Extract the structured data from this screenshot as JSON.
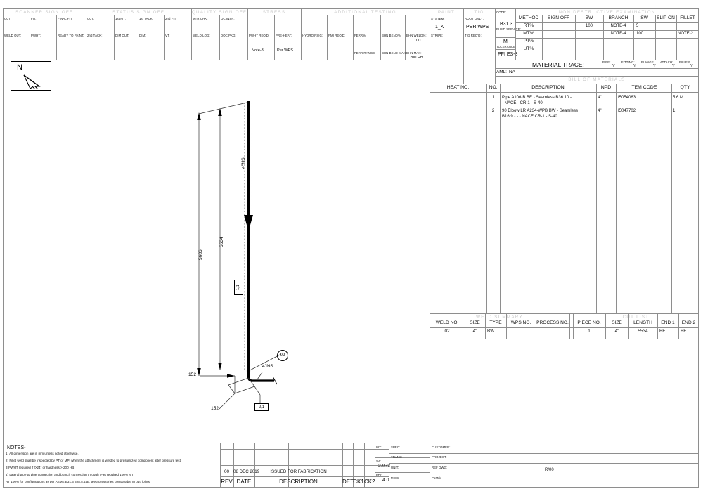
{
  "document_type": "piping-isometric-spool-drawing",
  "header": {
    "signoff_sections": [
      {
        "title": "SCANNER  SIGN  OFF"
      },
      {
        "title": "STATUS  SIGN  OFF"
      },
      {
        "title": "QUALITY  SIGN  OFF"
      },
      {
        "title": "STRESS"
      },
      {
        "title": "ADDITIONAL  TESTING"
      }
    ],
    "row1": [
      {
        "label": "CUT:"
      },
      {
        "label": "FIT:"
      },
      {
        "label": "FINAL FIT:"
      },
      {
        "label": "CUT:"
      },
      {
        "label": "1st FIT:"
      },
      {
        "label": "1st TACK:"
      },
      {
        "label": "2nd FIT:"
      },
      {
        "label": "MTR CHK:"
      },
      {
        "label": "QC INSP:"
      },
      {
        "label": ""
      },
      {
        "label": ""
      },
      {
        "label": ""
      },
      {
        "label": ""
      },
      {
        "label": ""
      },
      {
        "label": ""
      },
      {
        "label": ""
      }
    ],
    "row2": [
      {
        "label": "WELD OUT:",
        "value": ""
      },
      {
        "label": "PWHT:",
        "value": ""
      },
      {
        "label": "READY TO PAINT:",
        "value": ""
      },
      {
        "label": "2nd TACK:",
        "value": ""
      },
      {
        "label": "DIM OUT:",
        "value": ""
      },
      {
        "label": "DIM:",
        "value": ""
      },
      {
        "label": "VT:",
        "value": ""
      },
      {
        "label": "WELD LOG:",
        "value": ""
      },
      {
        "label": "DOC PKG:",
        "value": ""
      },
      {
        "label": "PWHT REQ'D:",
        "value": "Note-3"
      },
      {
        "label": "PRE-HEAT:",
        "value": "Per WPS"
      },
      {
        "label": "HYDRO PSIG:",
        "value": ""
      },
      {
        "label": "PMI REQ'D:",
        "value": ""
      },
      {
        "label": "FERR%:",
        "value": "",
        "label2": "FERR RANGE:"
      },
      {
        "label": "BHN BEND%:",
        "value": "",
        "label2": "BHN BEND MAX:"
      },
      {
        "label": "BHN WELD%:",
        "value": "100",
        "label2": "BHN MAX:",
        "value2": "200 HB"
      }
    ]
  },
  "north_arrow": {
    "letter": "N",
    "icon": "north-arrow-icon"
  },
  "paint_tig": {
    "paint_title": "PAINT",
    "tig_title": "TIG",
    "system_label": "SYSTEM:",
    "system_value": "1_K",
    "stripe_label": "STRIPE:",
    "stripe_value": "",
    "root_only_label": "ROOT ONLY:",
    "root_only_value": "PER WPS",
    "tig_reqd_label": "TIG REQ'D:",
    "tig_reqd_value": ""
  },
  "code_block": {
    "code_label": "CODE:",
    "code_value": "B31.3",
    "fluid_label": "FLUID SERVICE:",
    "fluid_value": "M",
    "tolerance_label": "TOLERANCE:",
    "tolerance_value": "PFI ES-3"
  },
  "nde": {
    "title": "NON  DESTRUCTIVE  EXAMINATION",
    "columns": [
      "METHOD",
      "SIGN OFF",
      "BW",
      "BRANCH",
      "SW",
      "SLIP ON",
      "FILLET"
    ],
    "rows": [
      {
        "method": "RT%",
        "sign_off": "",
        "bw": "100",
        "branch": "NOTE-4",
        "sw": "5",
        "slip_on": "",
        "fillet": ""
      },
      {
        "method": "MT%",
        "sign_off": "",
        "bw": "",
        "branch": "NOTE-4",
        "sw": "100",
        "slip_on": "",
        "fillet": "NOTE-2"
      },
      {
        "method": "PT%",
        "sign_off": "",
        "bw": "",
        "branch": "",
        "sw": "",
        "slip_on": "",
        "fillet": ""
      },
      {
        "method": "UT%",
        "sign_off": "",
        "bw": "",
        "branch": "",
        "sw": "",
        "slip_on": "",
        "fillet": ""
      }
    ]
  },
  "material_trace": {
    "title": "MATERIAL TRACE:",
    "items": [
      {
        "label": "PIPE:",
        "value": "Y"
      },
      {
        "label": "FITTING:",
        "value": "Y"
      },
      {
        "label": "FLANGE:",
        "value": "Y"
      },
      {
        "label": "ATTACH:",
        "value": "Y"
      },
      {
        "label": "FILLER:",
        "value": "Y"
      }
    ],
    "aml_label": "AML:",
    "aml_value": "NA"
  },
  "bom": {
    "title": "BILL  OF  MATERIALS",
    "heat_no_header": "HEAT NO.",
    "columns": [
      "NO.",
      "DESCRIPTION",
      "NPD",
      "ITEM CODE",
      "QTY"
    ],
    "rows": [
      {
        "no": "1",
        "description_line1": "Pipe A106-B BE - Seamless B36.10 -",
        "description_line2": "- NACE - CR-1 -  S-40",
        "npd": "4\"",
        "item_code": "I5054063",
        "qty": "5.6 M",
        "heat_no": ""
      },
      {
        "no": "2",
        "description_line1": "90 Elbow LR A234-WPB BW - Seamless",
        "description_line2": "B16.9 - - - NACE CR-1 -  S-40",
        "npd": "4\"",
        "item_code": "I5047702",
        "qty": "1",
        "heat_no": ""
      }
    ]
  },
  "weld_summary": {
    "title": "WELD  SUMMARY",
    "columns": [
      "WELD NO.",
      "SIZE",
      "TYPE",
      "WPS NO.",
      "PROCESS NO."
    ],
    "rows": [
      {
        "weld_no": "02",
        "size": "4\"",
        "type": "BW",
        "wps_no": "",
        "process_no": ""
      }
    ]
  },
  "cut_list": {
    "title": "CUT  LIST",
    "columns": [
      "PIECE NO.",
      "SIZE",
      "LENGTH",
      "END 1",
      "END 2"
    ],
    "rows": [
      {
        "piece_no": "1",
        "size": "4\"",
        "length": "5534",
        "end1": "BE",
        "end2": "BE"
      }
    ]
  },
  "isometric": {
    "dim_overall": "5686",
    "dim_cut": "5534",
    "dim_offset_1": "152",
    "dim_offset_2": "152",
    "pipe_size_label_vertical": "4\"NS",
    "pipe_size_label_horizontal": "4\"NS",
    "piece_tag": "1,1",
    "elbow_tag": "2,1",
    "weld_balloon": "02"
  },
  "notes": {
    "title": "NOTES-",
    "lines": [
      "1) All dimension are in mm unless noted otherwise.",
      "2) Fillet weld shall be inspected by PT or MPI when the attachment is welded to presurnized component after pressure test.",
      "3)PWHT required if f>24\" or hardness > 200 HB",
      "4) Lateral pipe to pipe connection and branch connection through o-let required 100% MT",
      "RT 100% for configurations as per ASME B31.3 328.5.44E; tee accessories comparable to butt joints"
    ]
  },
  "revision_block": {
    "columns": [
      "REV",
      "DATE",
      "DESCRIPTION",
      "DET",
      "CK1",
      "CK2"
    ],
    "rows": [
      {
        "rev": "00",
        "date": "08 DEC 2019",
        "description": "ISSUED FOR FABRICATION",
        "det": "",
        "ck1": "",
        "ck2": ""
      }
    ]
  },
  "weights": {
    "wt_label": "WT:",
    "wt_value": "",
    "sa_label": "SA:",
    "sa_value": "2.073",
    "fdi_label": "FDI:",
    "fdi_value": "4.0"
  },
  "title_block": {
    "spec_label": "SPEC:",
    "spec_value": "",
    "trans_label": "TRANS:",
    "trans_value": "",
    "unit_label": "UNIT:",
    "unit_value": "",
    "misc_label": "MISC:",
    "misc_value": "",
    "customer_label": "CUSTOMER:",
    "customer_value": "",
    "project_label": "PROJECT:",
    "project_value": "",
    "ref_dwg_label": "REF DWG:",
    "ref_dwg_value": "R/00",
    "pomk_label": "PoMrk:",
    "pomk_value": ""
  }
}
